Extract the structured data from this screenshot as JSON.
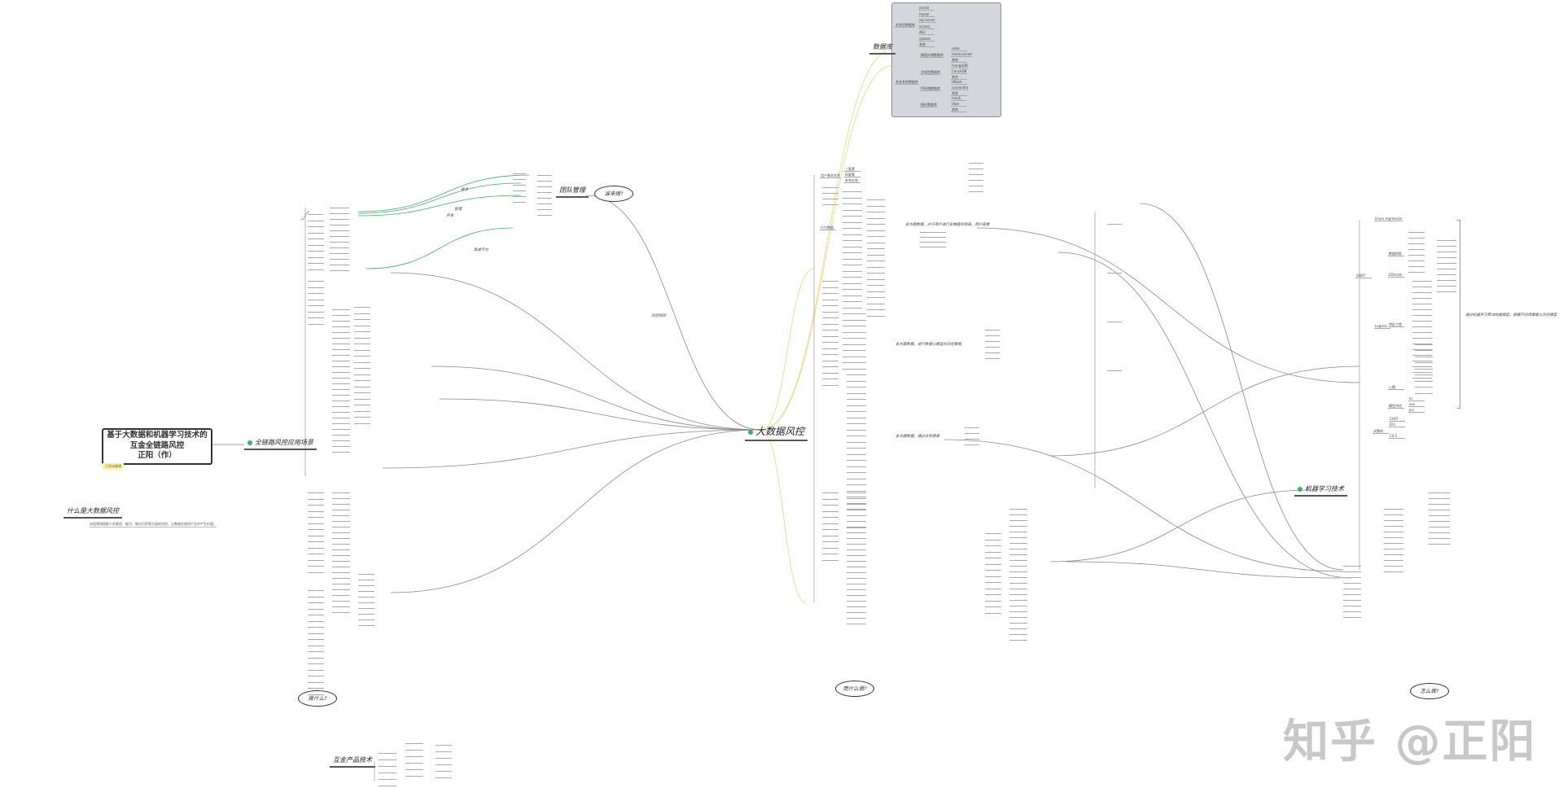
{
  "title": {
    "line1": "基于大数据和机器学习技术的",
    "line2": "互金全链路风控",
    "line3": "正阳（作）",
    "tag": "已完成编辑"
  },
  "topics": {
    "center": "大数据风控",
    "scenarios": "全链路风控应用场景",
    "what_is": "什么是大数据风控",
    "what_is_desc": "实现预测借款人的意愿、能力、欺诈识别等方面的风控，让数据在借贷产品中产生价值。",
    "team": "团队管理",
    "database": "数据库",
    "ml": "机器学习技术",
    "products": "互金产品技术"
  },
  "clouds": {
    "who": "谁来做?",
    "what": "做什么?",
    "with": "用什么做?",
    "how": "怎么做?"
  },
  "database": {
    "relational": {
      "label": "关系型数据库",
      "items": [
        "oracle",
        "mysql",
        "sql server",
        "access",
        "db2",
        "sybase",
        "其他"
      ]
    },
    "nonrelational": {
      "label": "非关系型数据库",
      "groups": [
        {
          "label": "键值存储数据库",
          "items": [
            "redis",
            "memcached",
            "其他"
          ]
        },
        {
          "label": "文档型数据库",
          "items": [
            "mongoDB",
            "CouchDB",
            "其他"
          ]
        },
        {
          "label": "列存储数据库",
          "items": [
            "HBase",
            "cassandra",
            "其他"
          ]
        },
        {
          "label": "图形数据库",
          "items": [
            "neo4j",
            "titan",
            "其他"
          ]
        }
      ]
    }
  },
  "ml": {
    "gbdt": "GBDT",
    "linear": "linear regression",
    "logistic": "Logistic",
    "steps": [
      "数据探索",
      "EDA分析",
      "特征工程",
      "入模",
      "模型评估"
    ],
    "eval": [
      "ks",
      "auc",
      "psi"
    ],
    "tree_label": "决策树",
    "tree_items": [
      "CART",
      "ID3",
      "C4.5"
    ],
    "note": "通过机器学习算法构建模型，根据不同场景建立风控模型"
  },
  "center_branch": {
    "user_info": "用户基本信息",
    "user_info_items": [
      "三要素",
      "四要素",
      "补充信息"
    ],
    "behavior": "行为数据",
    "note1": "多方面数据，对于用户进行多维度的刻画，用户画像",
    "note2": "多方面数据，进行数据与模型的风控策略",
    "note3": "多方面数据，通过关系图谱"
  },
  "edge_labels": [
    "需求",
    "管理",
    "开发",
    "集成平台",
    "风控规则"
  ],
  "watermark": "知乎 @正阳",
  "colors": {
    "accent": "#3bb26a",
    "tag": "#fff3a8",
    "panel": "#d3d6da",
    "link": "#888888",
    "yellow_link": "#e9d77a"
  }
}
